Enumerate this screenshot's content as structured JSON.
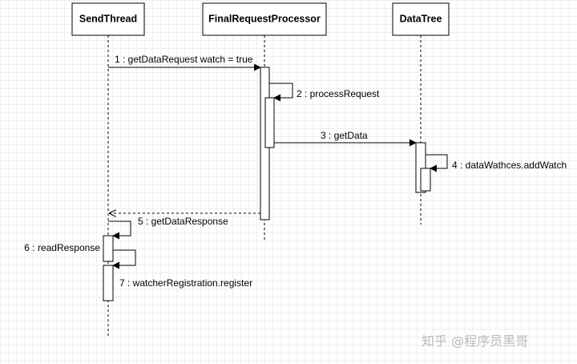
{
  "participants": [
    {
      "id": "sendthread",
      "label": "SendThread"
    },
    {
      "id": "frp",
      "label": "FinalRequestProcessor"
    },
    {
      "id": "datatree",
      "label": "DataTree"
    }
  ],
  "messages": [
    {
      "num": 1,
      "label": "1 : getDataRequest watch = true",
      "from": "sendthread",
      "to": "frp",
      "style": "sync"
    },
    {
      "num": 2,
      "label": "2 : processRequest",
      "from": "frp",
      "to": "frp",
      "style": "self"
    },
    {
      "num": 3,
      "label": "3 : getData",
      "from": "frp",
      "to": "datatree",
      "style": "sync"
    },
    {
      "num": 4,
      "label": "4 : dataWathces.addWatch",
      "from": "datatree",
      "to": "datatree",
      "style": "self"
    },
    {
      "num": 5,
      "label": "5 : getDataResponse",
      "from": "frp",
      "to": "sendthread",
      "style": "return"
    },
    {
      "num": 6,
      "label": "6 : readResponse",
      "from": "sendthread",
      "to": "sendthread",
      "style": "self"
    },
    {
      "num": 7,
      "label": "7 : watcherRegistration.register",
      "from": "sendthread",
      "to": "sendthread",
      "style": "self"
    }
  ],
  "watermark": "知乎 @程序员黑哥"
}
